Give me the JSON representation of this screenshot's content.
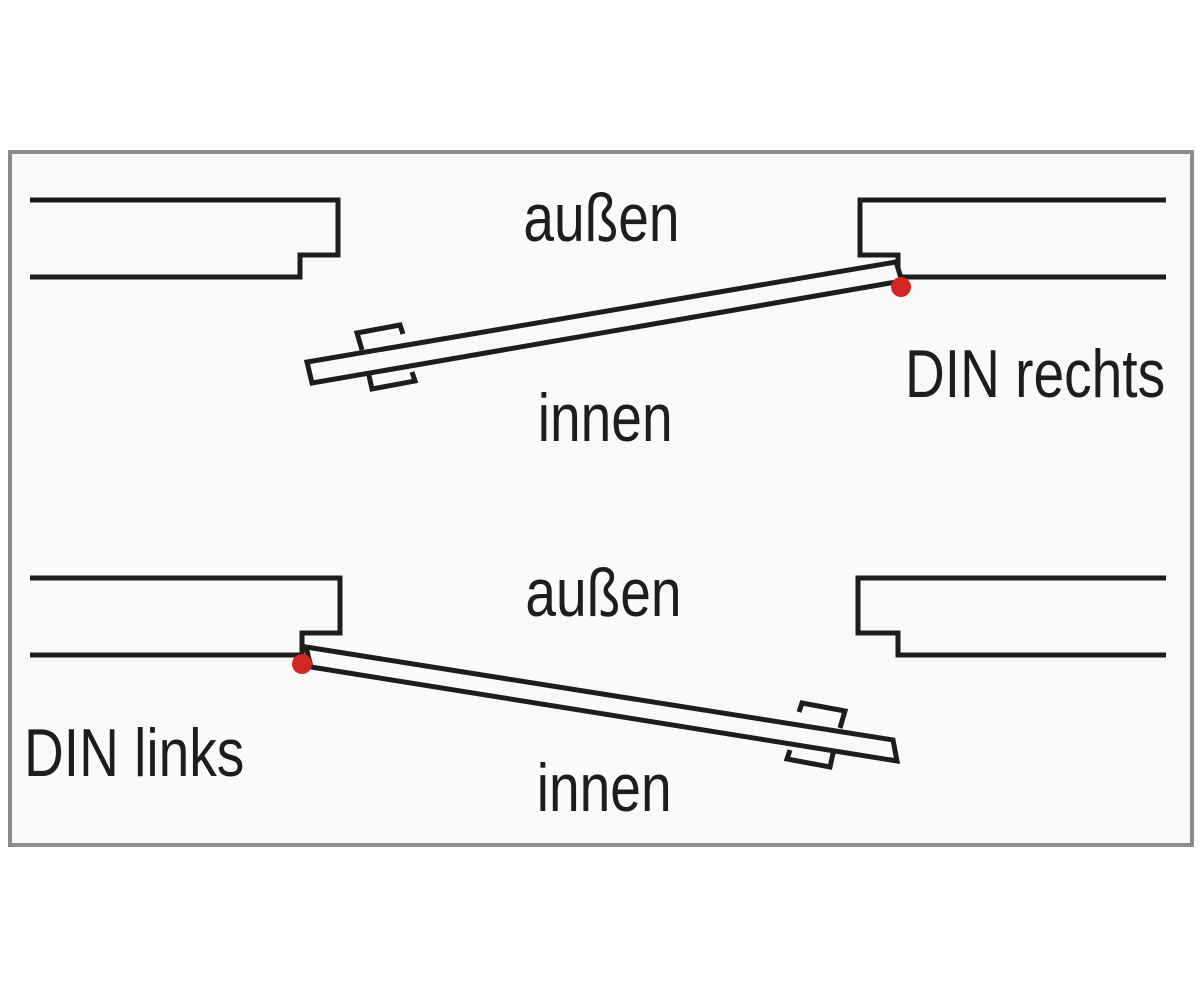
{
  "panel": {
    "background": "#fafafa",
    "border_color": "#8c8c8c"
  },
  "colors": {
    "line": "#1d1d1b",
    "hinge_dot": "#d32521"
  },
  "sections": [
    {
      "name": "DIN rechts",
      "outside": "außen",
      "inside": "innen",
      "hinge_side": "right"
    },
    {
      "name": "DIN links",
      "outside": "außen",
      "inside": "innen",
      "hinge_side": "left"
    }
  ]
}
